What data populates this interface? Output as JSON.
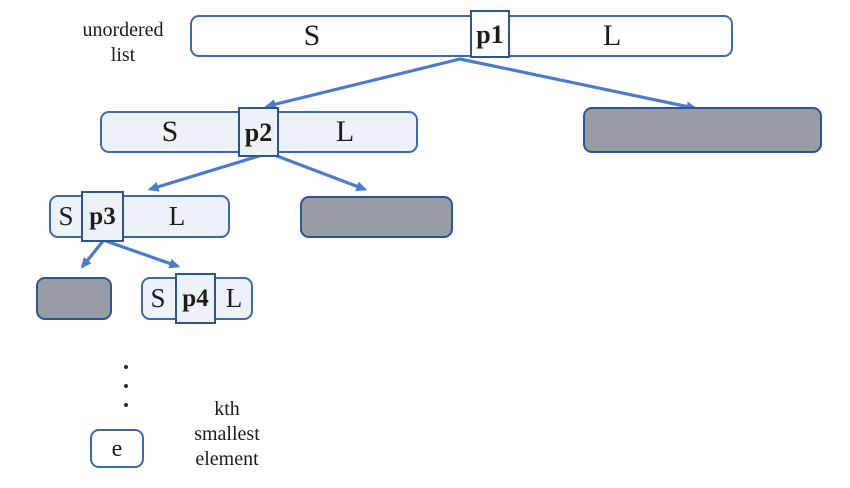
{
  "colors": {
    "border_blue": "#4068b0",
    "pivot_border": "#2f5490",
    "arrow_blue": "#4a7ccb",
    "light_fill": "#edf1f8",
    "gray_fill": "#979ca5",
    "ink": "#1c1c1c"
  },
  "annotations": {
    "unordered_list": {
      "line1": "unordered",
      "line2": "list"
    },
    "kth_smallest": {
      "line1": "kth",
      "line2": "smallest",
      "line3": "element"
    },
    "dot": "."
  },
  "nodes": {
    "root": {
      "s": "S",
      "pivot": "p1",
      "l": "L"
    },
    "left_child": {
      "s": "S",
      "pivot": "p2",
      "l": "L"
    },
    "left_grandchild": {
      "s": "S",
      "pivot": "p3",
      "l": "L"
    },
    "left_greatgrandchild": {
      "s": "S",
      "pivot": "p4",
      "l": "L"
    },
    "result": {
      "label": "e"
    }
  }
}
